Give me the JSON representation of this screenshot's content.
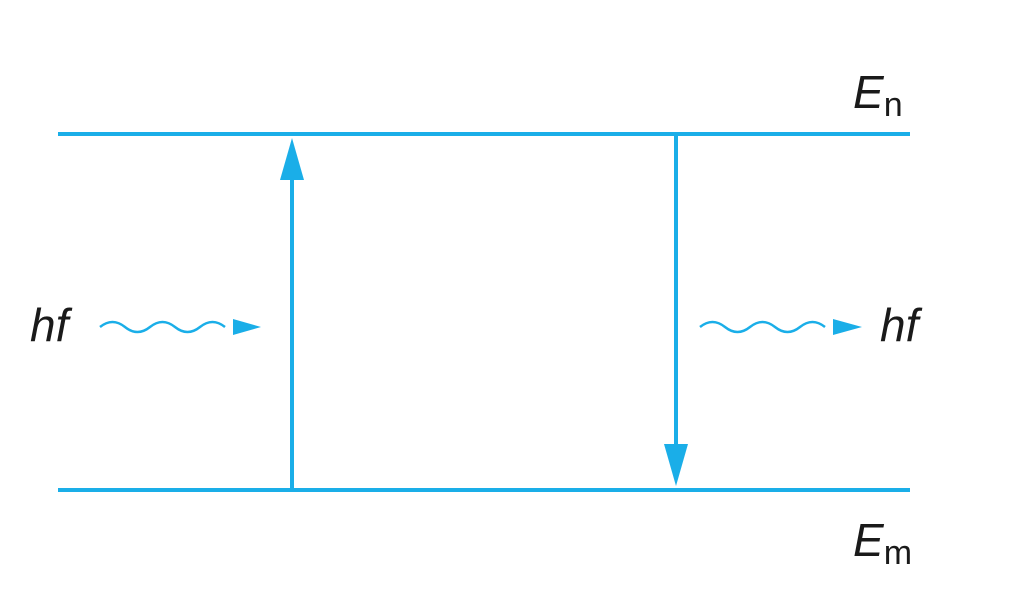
{
  "colors": {
    "line": "#1aaee8",
    "text": "#1a1a1a",
    "background": "#ffffff"
  },
  "levels": {
    "upper": {
      "symbol": "E",
      "subscript": "n"
    },
    "lower": {
      "symbol": "E",
      "subscript": "m"
    }
  },
  "photons": {
    "absorbed": {
      "label": "hf"
    },
    "emitted": {
      "label": "hf"
    }
  },
  "transitions": {
    "absorption": "up",
    "emission": "down"
  }
}
